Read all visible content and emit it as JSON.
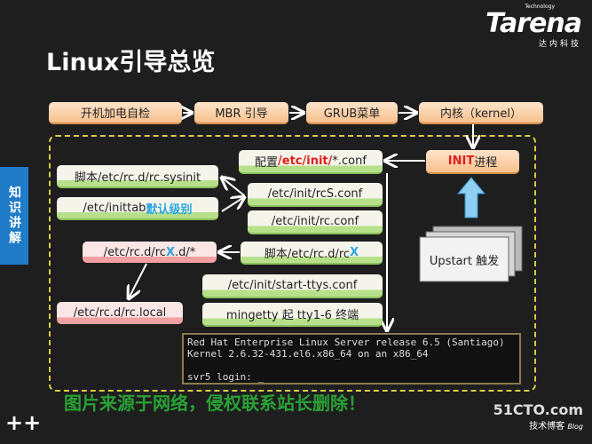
{
  "title": "Linux引导总览",
  "logo": {
    "brand": "Tarena",
    "tagline": "达内科技",
    "tech": "Technology"
  },
  "side_tab": "知识讲解",
  "top_flow": [
    "开机加电自检",
    "MBR 引导",
    "GRUB菜单",
    "内核（kernel）"
  ],
  "init": {
    "red": "INIT",
    "rest": " 进程"
  },
  "config": {
    "prefix": "配置 ",
    "red": "/etc/init/",
    "suffix": "*.conf"
  },
  "sysinit": "脚本/etc/rc.d/rc.sysinit",
  "inittab": {
    "text": "/etc/inittab ",
    "blue": "默认级别"
  },
  "rcs": "/etc/init/rcS.conf",
  "rcconf": "/etc/init/rc.conf",
  "rcxd": {
    "a": "/etc/rc.d/rc",
    "blue": "X",
    "b": ".d/*"
  },
  "rcscript": {
    "a": "脚本/etc/rc.d/rc ",
    "blue": "X"
  },
  "startttys": "/etc/init/start-ttys.conf",
  "mingetty": "mingetty 起 tty1-6 终端",
  "rclocal": "/etc/rc.d/rc.local",
  "upstart": "Upstart 触发",
  "terminal": [
    "Red Hat Enterprise Linux Server release 6.5 (Santiago)",
    "Kernel 2.6.32-431.el6.x86_64 on an x86_64",
    "",
    "svr5 login: _"
  ],
  "watermark": "图片来源于网络，侵权联系站长删除！",
  "footer_logo": {
    "main": "51CTO.com",
    "sub": "技术博客",
    "blog": "Blog"
  },
  "plus": "++"
}
